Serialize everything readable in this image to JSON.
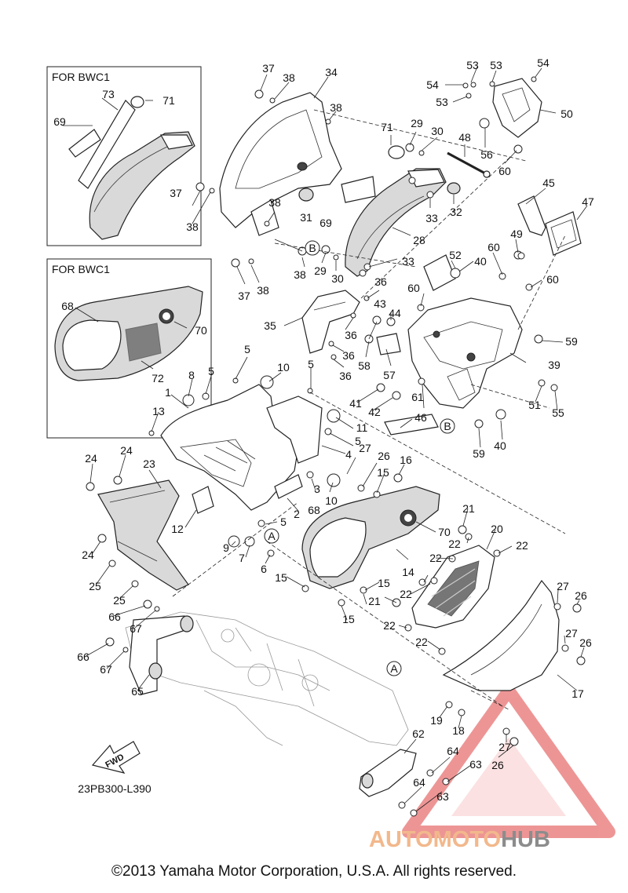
{
  "diagram_code": "23PB300-L390",
  "copyright": "©2013 Yamaha Motor Corporation, U.S.A. All rights reserved.",
  "inset_top_title": "FOR BWC1",
  "inset_bottom_title": "FOR BWC1",
  "fwd_label": "FWD",
  "watermark": {
    "part1": "AUTOMOTO",
    "part2": "HUB"
  },
  "callouts": {
    "a": "A",
    "b": "B"
  },
  "labels": {
    "l1": "1",
    "l2": "2",
    "l3": "3",
    "l4": "4",
    "l5a": "5",
    "l5b": "5",
    "l5c": "5",
    "l5d": "5",
    "l5e": "5",
    "l6": "6",
    "l7": "7",
    "l8": "8",
    "l9": "9",
    "l10a": "10",
    "l10b": "10",
    "l11": "11",
    "l12": "12",
    "l13": "13",
    "l14": "14",
    "l15a": "15",
    "l15b": "15",
    "l15c": "15",
    "l15d": "15",
    "l16": "16",
    "l17": "17",
    "l18": "18",
    "l19": "19",
    "l20": "20",
    "l21a": "21",
    "l21b": "21",
    "l22a": "22",
    "l22b": "22",
    "l22c": "22",
    "l22d": "22",
    "l22e": "22",
    "l22f": "22",
    "l23": "23",
    "l24a": "24",
    "l24b": "24",
    "l24c": "24",
    "l25a": "25",
    "l25b": "25",
    "l26a": "26",
    "l26b": "26",
    "l26c": "26",
    "l26d": "26",
    "l27a": "27",
    "l27b": "27",
    "l27c": "27",
    "l27d": "27",
    "l28": "28",
    "l29a": "29",
    "l29b": "29",
    "l30a": "30",
    "l30b": "30",
    "l31": "31",
    "l32": "32",
    "l33a": "33",
    "l33b": "33",
    "l34": "34",
    "l35": "35",
    "l36a": "36",
    "l36b": "36",
    "l36c": "36",
    "l36d": "36",
    "l37a": "37",
    "l37b": "37",
    "l37c": "37",
    "l38a": "38",
    "l38b": "38",
    "l38c": "38",
    "l38d": "38",
    "l38e": "38",
    "l38f": "38",
    "l39": "39",
    "l40a": "40",
    "l40b": "40",
    "l41": "41",
    "l42": "42",
    "l43": "43",
    "l44": "44",
    "l45": "45",
    "l46": "46",
    "l47": "47",
    "l48": "48",
    "l49": "49",
    "l50": "50",
    "l51": "51",
    "l52": "52",
    "l53a": "53",
    "l53b": "53",
    "l53c": "53",
    "l54a": "54",
    "l54b": "54",
    "l55": "55",
    "l56": "56",
    "l57": "57",
    "l58": "58",
    "l59a": "59",
    "l59b": "59",
    "l60a": "60",
    "l60b": "60",
    "l60c": "60",
    "l60d": "60",
    "l61": "61",
    "l62": "62",
    "l63a": "63",
    "l63b": "63",
    "l64a": "64",
    "l64b": "64",
    "l65": "65",
    "l66a": "66",
    "l66b": "66",
    "l67a": "67",
    "l67b": "67",
    "l68a": "68",
    "l68b": "68",
    "l69a": "69",
    "l69b": "69",
    "l70a": "70",
    "l70b": "70",
    "l71a": "71",
    "l71b": "71",
    "l72": "72",
    "l73": "73"
  }
}
